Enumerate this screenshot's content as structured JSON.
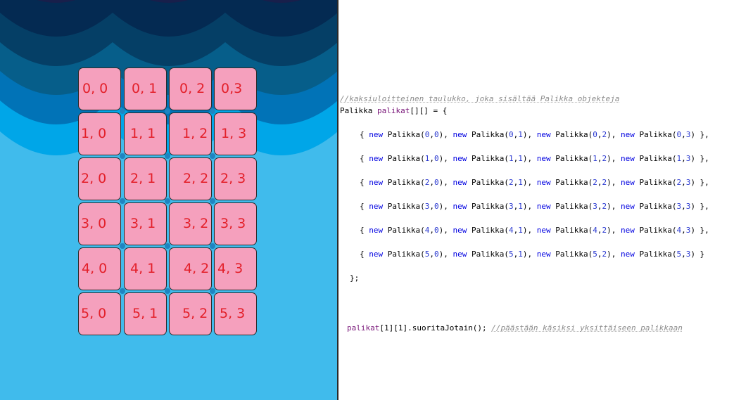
{
  "colors": {
    "sky_bands": [
      "#181f4b",
      "#042a52",
      "#053f66",
      "#065e8a",
      "#0173b7",
      "#00a6e8",
      "#40bbec"
    ],
    "tile_fill": "#f5a0bd",
    "tile_label": "#e3202a",
    "connector_dot": "#1f84c0",
    "code_comment": "#8c8c8c",
    "code_keyword": "#0000e0",
    "code_variable": "#7a187a",
    "code_number": "#2a39d0"
  },
  "grid": {
    "rows": [
      [
        "0, 0",
        "0, 1",
        "0, 2",
        "0,3"
      ],
      [
        "1, 0",
        "1, 1",
        "1, 2",
        "1, 3"
      ],
      [
        "2, 0",
        "2, 1",
        "2, 2",
        "2, 3"
      ],
      [
        "3, 0",
        "3, 1",
        "3, 2",
        "3, 3"
      ],
      [
        "4, 0",
        "4, 1",
        "4, 2",
        "4, 3"
      ],
      [
        "5, 0",
        "5, 1",
        "5, 2",
        "5, 3"
      ]
    ]
  },
  "code": {
    "comment_header": "//kaksiuloitteinen taulukko, joka sisältää Palikka objekteja",
    "declaration": {
      "type": "Palikka",
      "var": "palikat",
      "rest": "[][] = {"
    },
    "row_keyword": "new",
    "row_class": "Palikka",
    "rows": [
      {
        "r": "0",
        "end": " },"
      },
      {
        "r": "1",
        "end": " },"
      },
      {
        "r": "2",
        "end": " },"
      },
      {
        "r": "3",
        "end": " },"
      },
      {
        "r": "4",
        "end": " },"
      },
      {
        "r": "5",
        "end": " }"
      }
    ],
    "closing": "};",
    "call": {
      "var": "palikat",
      "rest": "[1][1].suoritaJotain(); ",
      "comment": "//päästään käsiksi yksittäiseen palikkaan"
    }
  }
}
